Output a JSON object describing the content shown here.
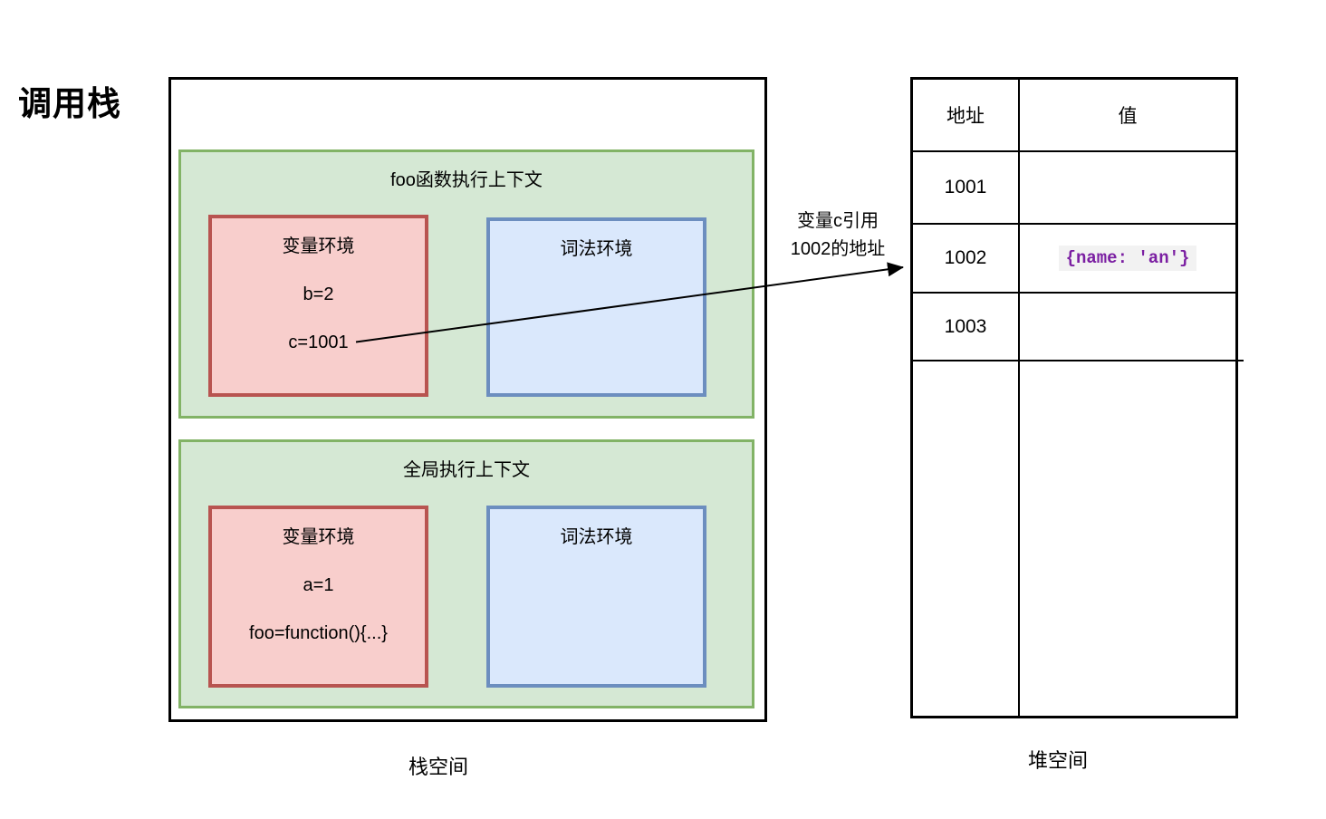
{
  "title": "调用栈",
  "stack": {
    "space_label": "栈空间",
    "contexts": [
      {
        "title": "foo函数执行上下文",
        "variable_env": {
          "title": "变量环境",
          "entries": [
            "b=2",
            "c=1001"
          ]
        },
        "lexical_env": {
          "title": "词法环境"
        }
      },
      {
        "title": "全局执行上下文",
        "variable_env": {
          "title": "变量环境",
          "entries": [
            "a=1",
            "foo=function(){...}"
          ]
        },
        "lexical_env": {
          "title": "词法环境"
        }
      }
    ]
  },
  "heap": {
    "space_label": "堆空间",
    "columns": {
      "address": "地址",
      "value": "值"
    },
    "rows": [
      {
        "address": "1001",
        "value": ""
      },
      {
        "address": "1002",
        "value": "{name: 'an'}"
      },
      {
        "address": "1003",
        "value": ""
      }
    ]
  },
  "annotation": {
    "line1": "变量c引用",
    "line2": "1002的地址"
  },
  "colors": {
    "context_fill": "#d5e8d4",
    "context_border": "#82b366",
    "variable_env_fill": "#f8cecc",
    "variable_env_border": "#b85450",
    "lexical_env_fill": "#dae8fc",
    "lexical_env_border": "#6c8ebf",
    "heap_code_text": "#7b1fa2",
    "heap_code_bg": "#f2f2f2",
    "line": "#000000"
  }
}
